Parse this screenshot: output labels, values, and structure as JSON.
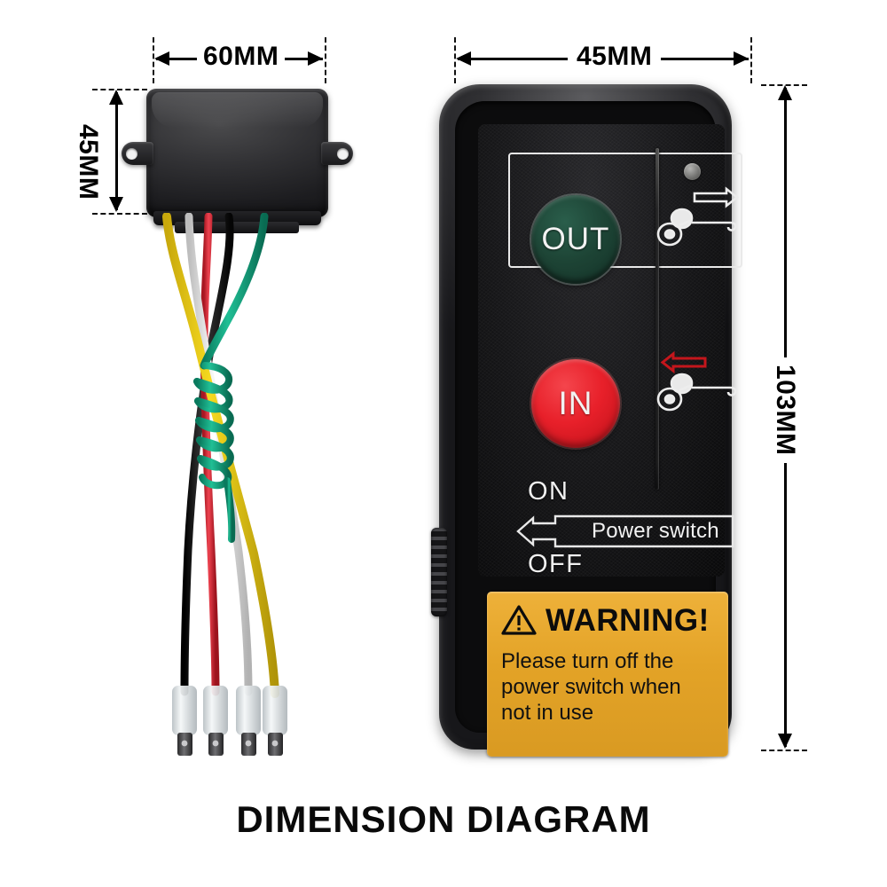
{
  "caption": "DIMENSION DIAGRAM",
  "dimensions": {
    "control_box_width": "60MM",
    "control_box_height": "45MM",
    "remote_width": "45MM",
    "remote_height": "103MM"
  },
  "control_box": {
    "name": "control-box",
    "wires": [
      {
        "color_name": "yellow",
        "hex": "#f2d21c"
      },
      {
        "color_name": "white",
        "hex": "#efefef"
      },
      {
        "color_name": "red",
        "hex": "#e23640"
      },
      {
        "color_name": "black",
        "hex": "#1a1a1a"
      },
      {
        "color_name": "green",
        "hex": "#1aa884"
      }
    ],
    "terminal_count": 4
  },
  "remote": {
    "buttons": [
      {
        "label": "OUT",
        "color": "#1d4435",
        "text_color": "#f2f2f2"
      },
      {
        "label": "IN",
        "color": "#e8202a",
        "text_color": "#ffffff"
      }
    ],
    "switch_labels": {
      "on": "ON",
      "off": "OFF"
    },
    "power_switch_label": "Power switch",
    "winch_icons": [
      {
        "direction": "right",
        "arrow_color": "#ffffff",
        "meaning": "spool-out"
      },
      {
        "direction": "left",
        "arrow_color": "#c4161c",
        "meaning": "spool-in"
      }
    ],
    "warning": {
      "title": "WARNING!",
      "line1": "Please turn off the",
      "line2": "power switch when",
      "line3": "not in use",
      "background": "#e3a327",
      "text_color": "#111111"
    }
  }
}
